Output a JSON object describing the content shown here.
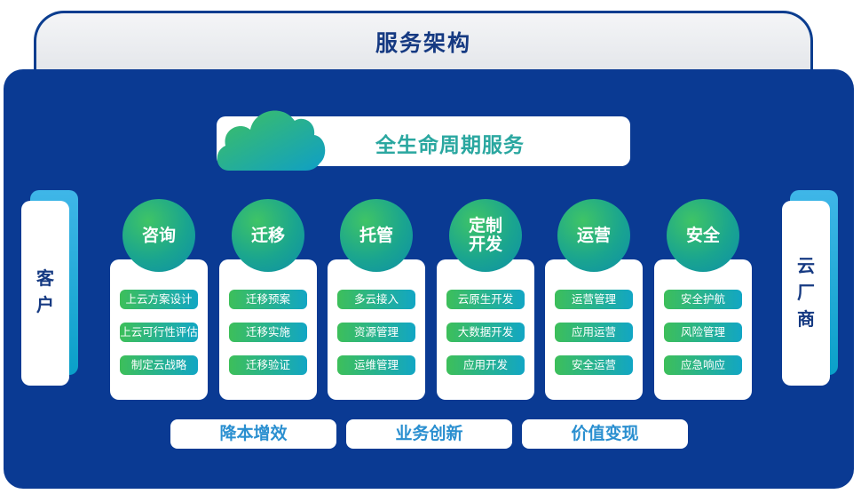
{
  "header": {
    "title": "服务架构"
  },
  "banner": {
    "title": "全生命周期服务"
  },
  "left_side": {
    "label": "客\n户"
  },
  "right_side": {
    "label": "云\n厂\n商"
  },
  "services": [
    {
      "name": "咨询",
      "items": [
        "上云方案设计",
        "上云可行性评估",
        "制定云战略"
      ]
    },
    {
      "name": "迁移",
      "items": [
        "迁移预案",
        "迁移实施",
        "迁移验证"
      ]
    },
    {
      "name": "托管",
      "items": [
        "多云接入",
        "资源管理",
        "运维管理"
      ]
    },
    {
      "name": "定制\n开发",
      "items": [
        "云原生开发",
        "大数据开发",
        "应用开发"
      ]
    },
    {
      "name": "运营",
      "items": [
        "运营管理",
        "应用运营",
        "安全运营"
      ]
    },
    {
      "name": "安全",
      "items": [
        "安全护航",
        "风险管理",
        "应急响应"
      ]
    }
  ],
  "values": [
    "降本增效",
    "业务创新",
    "价值变现"
  ],
  "colors": {
    "panel": "#0a3a93",
    "green": "#3dbf5a",
    "teal": "#12a6c4",
    "title": "#163a82"
  }
}
